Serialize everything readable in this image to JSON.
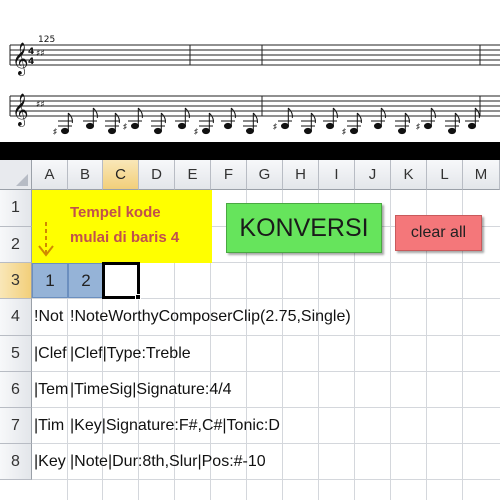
{
  "score": {
    "measure_number": "125",
    "time_signature": "4/4"
  },
  "columns": [
    "A",
    "B",
    "C",
    "D",
    "E",
    "F",
    "G",
    "H",
    "I",
    "J",
    "K",
    "L",
    "M"
  ],
  "selected_column": "C",
  "rows": [
    "1",
    "2",
    "3",
    "4",
    "5",
    "6",
    "7",
    "8"
  ],
  "selected_row": "3",
  "yellow_box": {
    "line1": "Tempel kode",
    "line2": "mulai di baris 4"
  },
  "buttons": {
    "konversi": "KONVERSI",
    "clear_all": "clear all"
  },
  "row3": {
    "a": "1",
    "b": "2"
  },
  "data_rows": [
    {
      "a": "!Not",
      "b": "!NoteWorthyComposerClip(2.75,Single)"
    },
    {
      "a": "|Clef",
      "b": "|Clef|Type:Treble"
    },
    {
      "a": "|Tem",
      "b": "|TimeSig|Signature:4/4"
    },
    {
      "a": "|Tim",
      "b": "|Key|Signature:F#,C#|Tonic:D"
    },
    {
      "a": "|Key",
      "b": "|Note|Dur:8th,Slur|Pos:#-10"
    }
  ],
  "colors": {
    "yellow_box": "#ffff00",
    "konversi": "#66e45c",
    "clear_all": "#f4777a",
    "number_cells": "#95b3d7"
  }
}
